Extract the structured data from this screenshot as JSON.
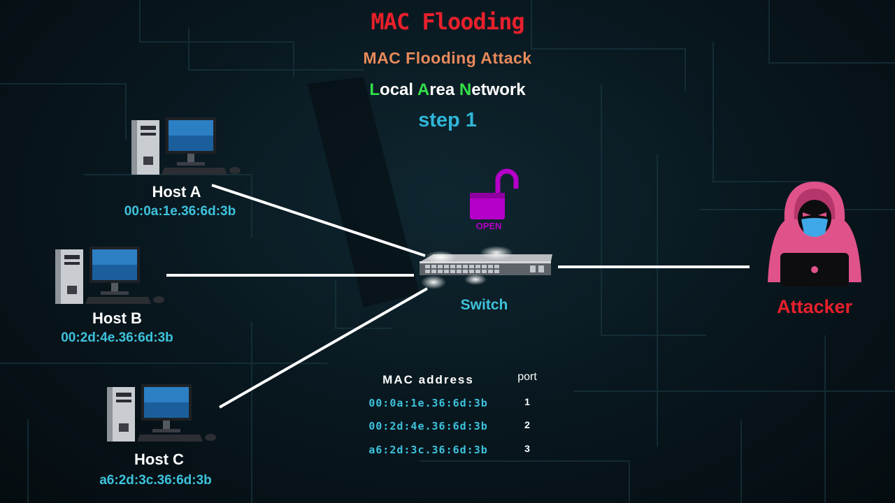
{
  "title": "MAC Flooding",
  "subtitle": {
    "text": "MAC  Flooding  Attack",
    "color": "#e98a5a"
  },
  "lan": {
    "l": "L",
    "ocal": "ocal ",
    "a": "A",
    "rea": "rea ",
    "n": "N",
    "etwork": "etwork"
  },
  "step": "step 1",
  "hosts": [
    {
      "name": "Host A",
      "mac": "00:0a:1e.36:6d:3b"
    },
    {
      "name": "Host B",
      "mac": "00:2d:4e.36:6d:3b"
    },
    {
      "name": "Host C",
      "mac": "a6:2d:3c.36:6d:3b"
    }
  ],
  "switch": {
    "label": "Switch",
    "lock_state": "OPEN",
    "lock_icon": "open-padlock-icon"
  },
  "attacker": {
    "label": "Attacker",
    "icon": "hooded-hacker-icon"
  },
  "mac_table": {
    "headers": {
      "mac": "MAC address",
      "port": "port"
    },
    "rows": [
      {
        "mac": "00:0a:1e.36:6d:3b",
        "port": "1"
      },
      {
        "mac": "00:2d:4e.36:6d:3b",
        "port": "2"
      },
      {
        "mac": "a6:2d:3c.36:6d:3b",
        "port": "3"
      }
    ]
  },
  "colors": {
    "accent_red": "#e8202c",
    "cyan": "#3ec2dc",
    "green": "#33e04a",
    "magenta": "#b400c8",
    "pink": "#e0528a"
  }
}
